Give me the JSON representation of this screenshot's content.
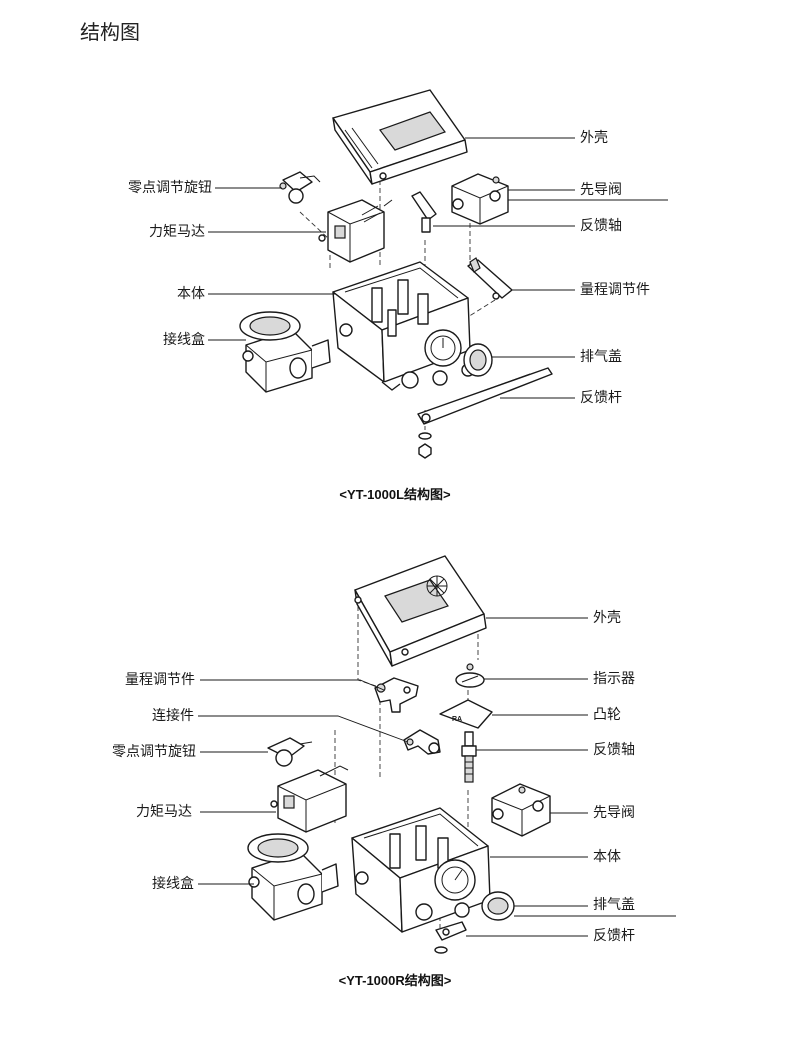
{
  "page": {
    "title": "结构图"
  },
  "diagram_l": {
    "caption": "<YT-1000L结构图>",
    "labels": {
      "housing": "外壳",
      "pilot_valve": "先导阀",
      "feedback_shaft": "反馈轴",
      "span_adjuster": "量程调节件",
      "exhaust_cover": "排气盖",
      "feedback_lever": "反馈杆",
      "zero_knob": "零点调节旋钮",
      "torque_motor": "力矩马达",
      "body": "本体",
      "junction_box": "接线盒"
    }
  },
  "diagram_r": {
    "caption": "<YT-1000R结构图>",
    "cam_mark": "RA",
    "labels": {
      "housing": "外壳",
      "indicator": "指示器",
      "cam": "凸轮",
      "feedback_shaft": "反馈轴",
      "pilot_valve": "先导阀",
      "body": "本体",
      "exhaust_cover": "排气盖",
      "feedback_lever": "反馈杆",
      "span_adjuster": "量程调节件",
      "connector": "连接件",
      "zero_knob": "零点调节旋钮",
      "torque_motor": "力矩马达",
      "junction_box": "接线盒"
    }
  }
}
